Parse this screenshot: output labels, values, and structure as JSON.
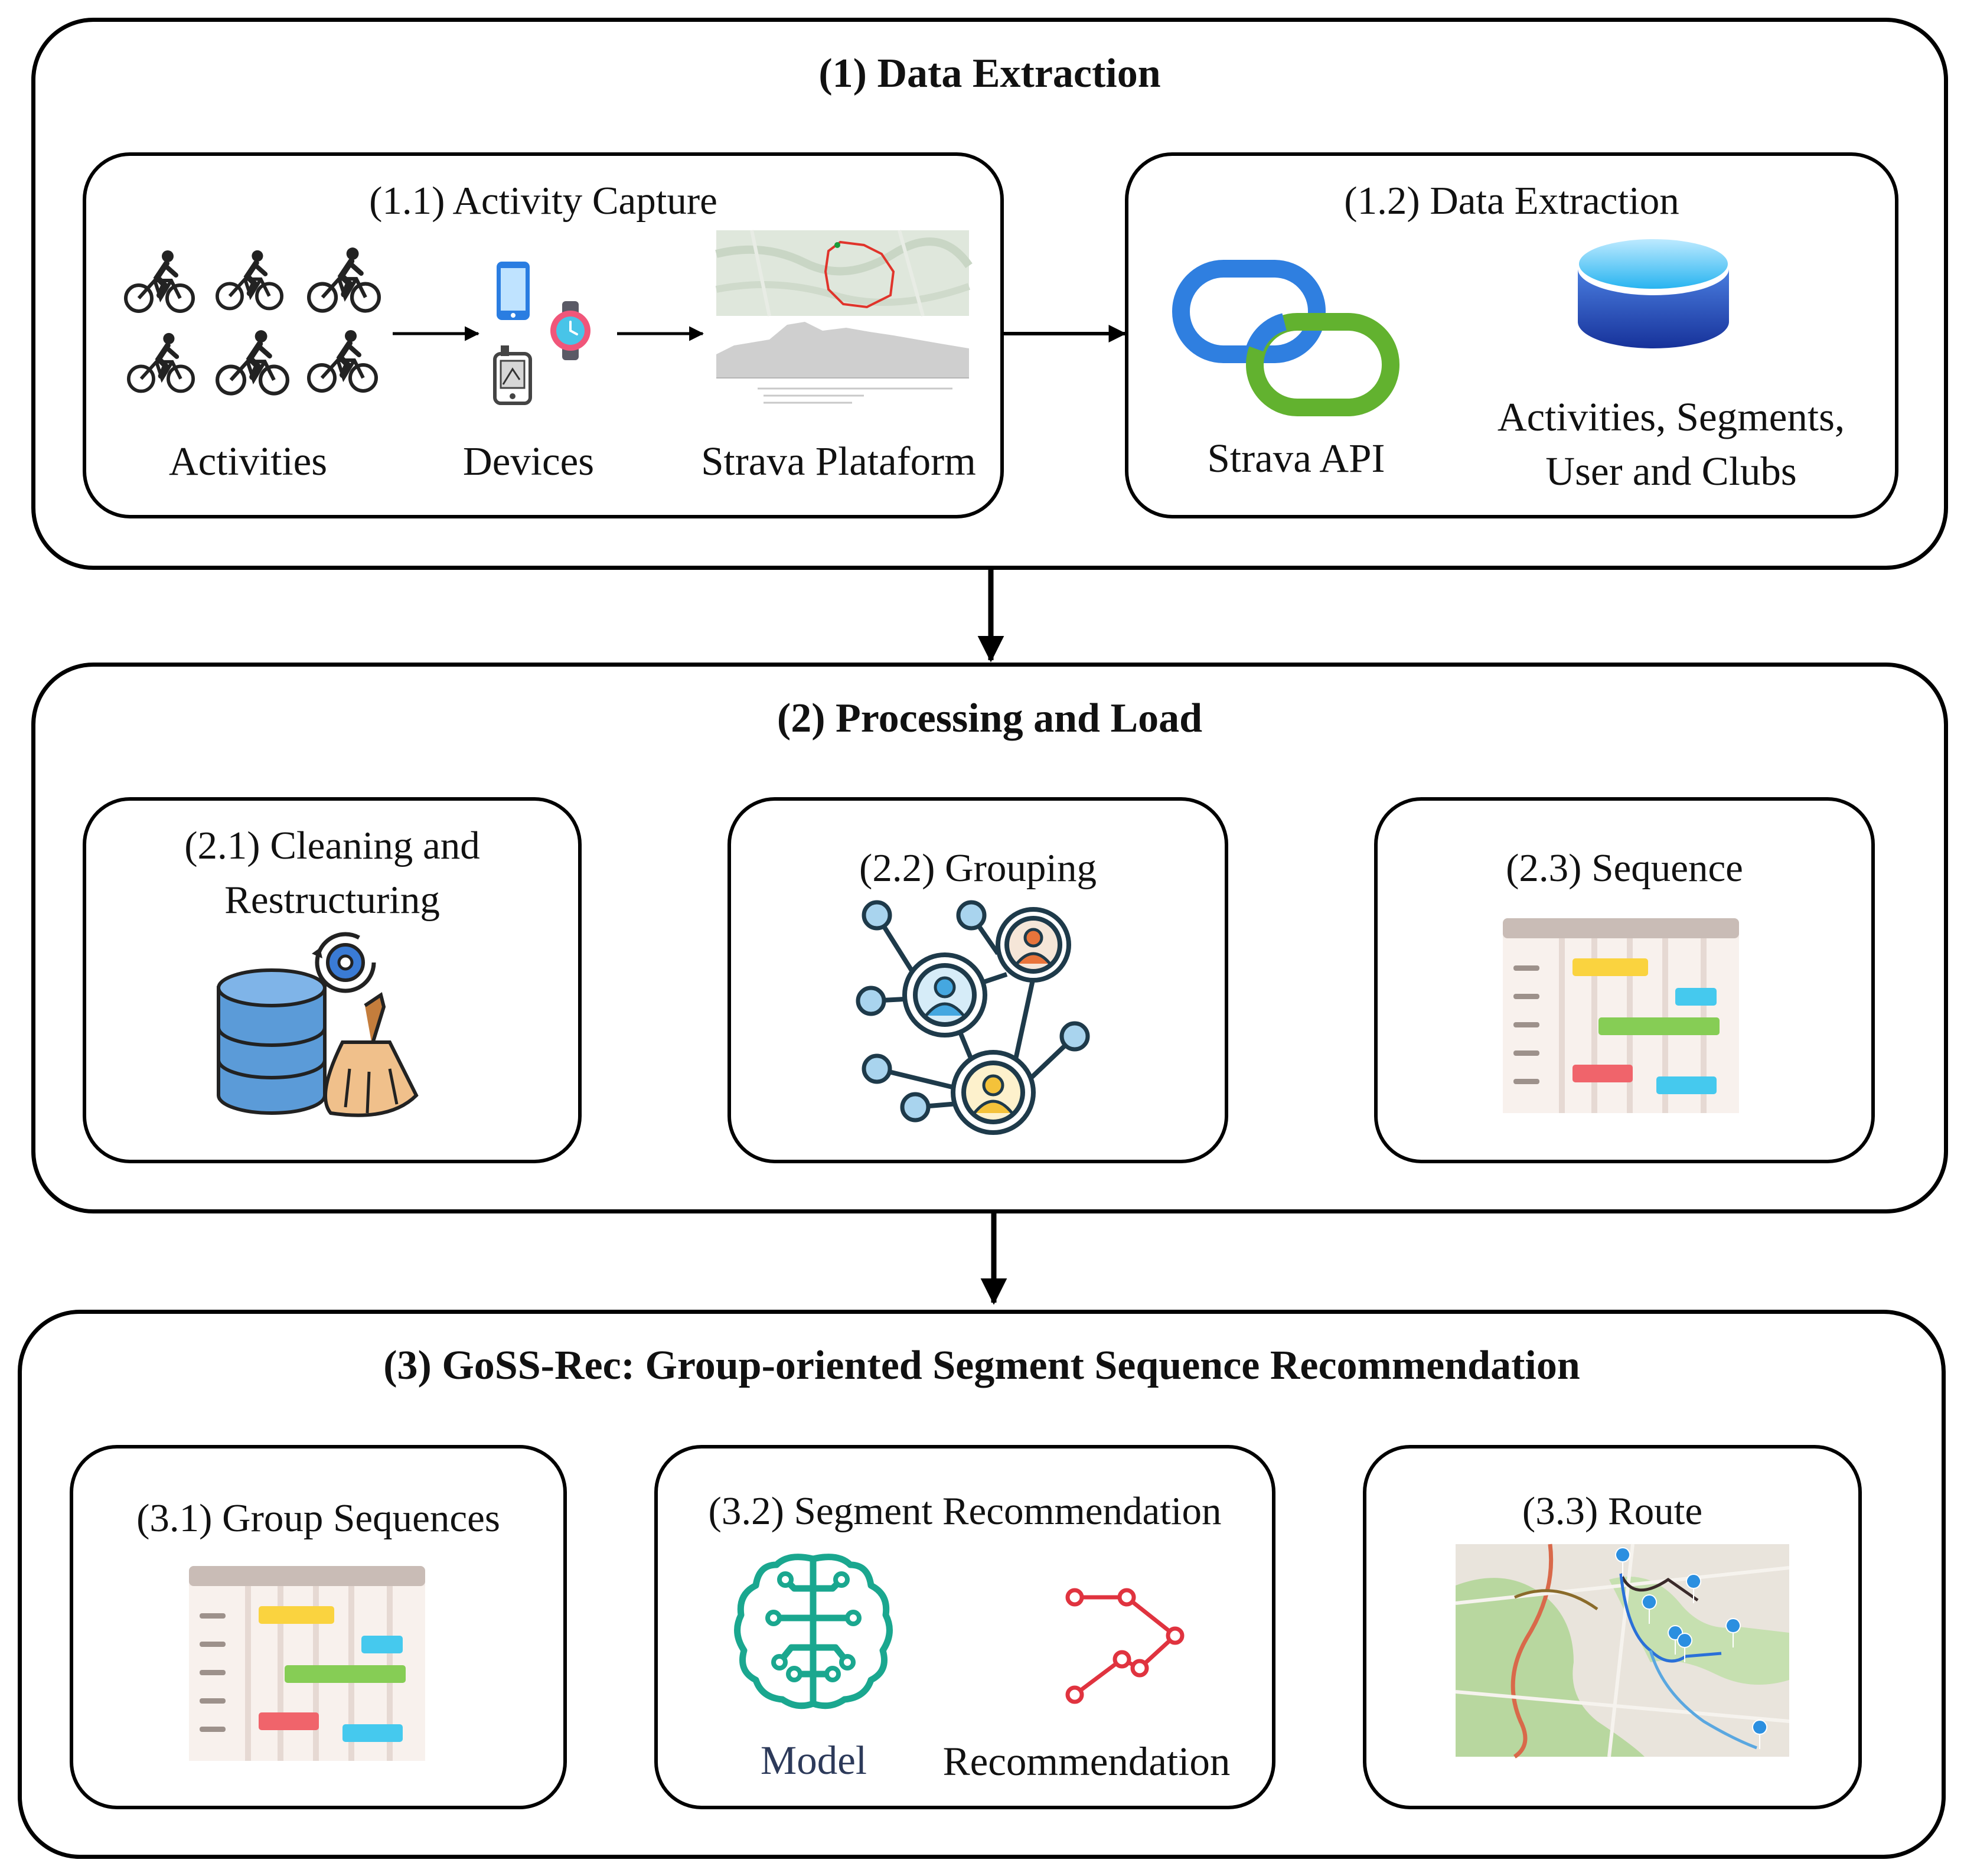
{
  "stages": [
    {
      "title": "(1) Data Extraction",
      "blocks": [
        {
          "title": "(1.1) Activity Capture",
          "labels": {
            "activities": "Activities",
            "devices": "Devices",
            "platform": "Strava Plataform"
          }
        },
        {
          "title": "(1.2) Data Extraction",
          "labels": {
            "api": "Strava API",
            "data_line1": "Activities, Segments,",
            "data_line2": "User and Clubs"
          }
        }
      ]
    },
    {
      "title": "(2) Processing and Load",
      "blocks": [
        {
          "title_line1": "(2.1) Cleaning and",
          "title_line2": "Restructuring"
        },
        {
          "title": "(2.2) Grouping"
        },
        {
          "title": "(2.3) Sequence"
        }
      ]
    },
    {
      "title": "(3) GoSS-Rec: Group-oriented Segment Sequence Recommendation",
      "blocks": [
        {
          "title": "(3.1) Group Sequences"
        },
        {
          "title": "(3.2) Segment Recommendation",
          "labels": {
            "model": "Model",
            "recommendation": "Recommendation"
          }
        },
        {
          "title": "(3.3) Route"
        }
      ]
    }
  ],
  "icons": [
    "cyclist-icon",
    "smartphone-icon",
    "smartwatch-icon",
    "gps-device-icon",
    "route-map-icon",
    "chain-link-icon",
    "database-icon",
    "database-cleaning-icon",
    "group-network-icon",
    "gantt-chart-icon",
    "brain-model-icon",
    "recommendation-path-icon",
    "route-map-pins-icon"
  ],
  "colors": {
    "border": "#000000",
    "link_blue": "#2f7fe0",
    "link_green": "#62b22f",
    "db_blue": "#2a56b8"
  }
}
